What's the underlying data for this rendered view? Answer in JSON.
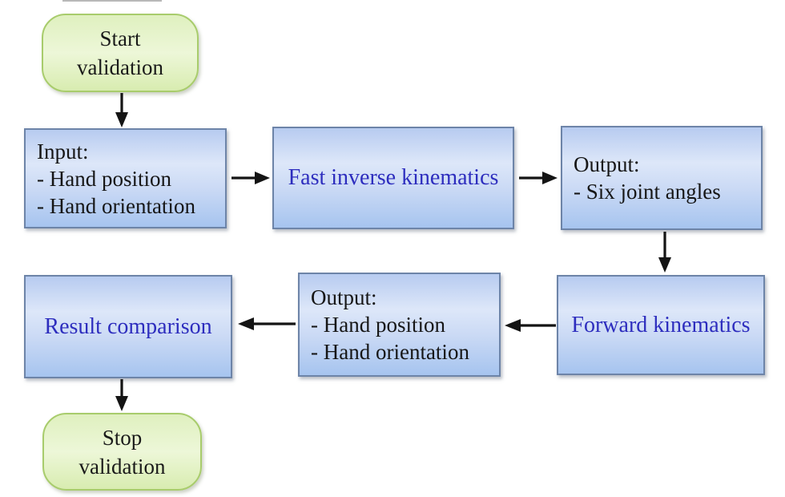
{
  "diagram": {
    "description": "Validation flowchart of fast inverse kinematics using forward kinematics",
    "nodes": {
      "start": {
        "label": "Start\nvalidation"
      },
      "input": {
        "title": "Input:",
        "items": [
          "- Hand position",
          "- Hand orientation"
        ]
      },
      "fast_inverse_kinematics": {
        "label": "Fast inverse kinematics"
      },
      "output_joint_angles": {
        "title": "Output:",
        "items": [
          "- Six joint angles"
        ]
      },
      "forward_kinematics": {
        "label": "Forward kinematics"
      },
      "output_hand": {
        "title": "Output:",
        "items": [
          "- Hand position",
          "- Hand orientation"
        ]
      },
      "result_comparison": {
        "label": "Result comparison"
      },
      "stop": {
        "label": "Stop\nvalidation"
      }
    },
    "edges": [
      {
        "from": "start",
        "to": "input",
        "direction": "down"
      },
      {
        "from": "input",
        "to": "fast_inverse_kinematics",
        "direction": "right"
      },
      {
        "from": "fast_inverse_kinematics",
        "to": "output_joint_angles",
        "direction": "right"
      },
      {
        "from": "output_joint_angles",
        "to": "forward_kinematics",
        "direction": "down"
      },
      {
        "from": "forward_kinematics",
        "to": "output_hand",
        "direction": "left"
      },
      {
        "from": "output_hand",
        "to": "result_comparison",
        "direction": "left"
      },
      {
        "from": "result_comparison",
        "to": "stop",
        "direction": "down"
      }
    ],
    "colors": {
      "process_fill_top": "#b7cbf0",
      "process_fill_mid": "#dde7f9",
      "process_fill_bottom": "#a6c4ef",
      "process_border": "#6d84a8",
      "terminator_fill_top": "#dff0bf",
      "terminator_fill_mid": "#edf7d8",
      "terminator_fill_bottom": "#d8ecb0",
      "terminator_border": "#a8cc6c",
      "emphasis_text": "#2d2dbe",
      "body_text": "#161616",
      "arrow": "#141414",
      "background": "#ffffff"
    }
  }
}
